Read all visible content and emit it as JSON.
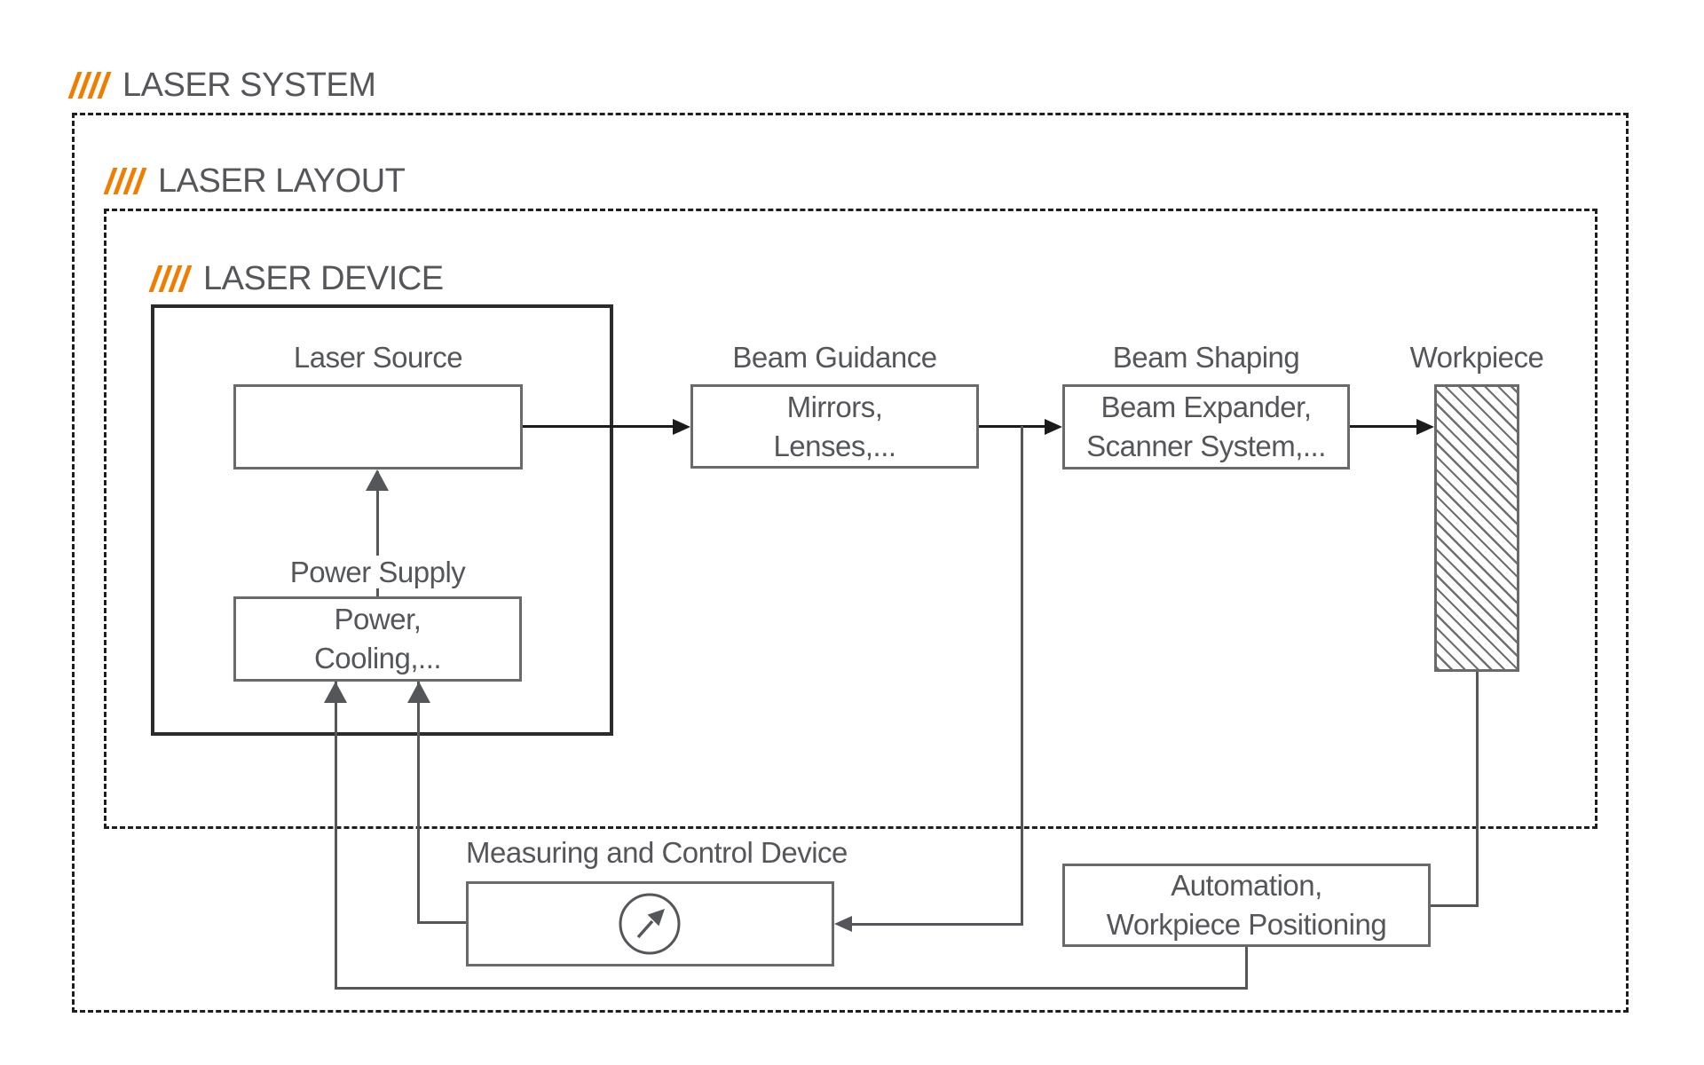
{
  "labels": {
    "system": "LASER SYSTEM",
    "layout": "LASER LAYOUT",
    "device": "LASER DEVICE"
  },
  "nodes": {
    "laser_source": {
      "title": "Laser Source"
    },
    "power_supply": {
      "title": "Power Supply",
      "line1": "Power,",
      "line2": "Cooling,..."
    },
    "beam_guidance": {
      "title": "Beam Guidance",
      "line1": "Mirrors,",
      "line2": "Lenses,..."
    },
    "beam_shaping": {
      "title": "Beam Shaping",
      "line1": "Beam Expander,",
      "line2": "Scanner System,..."
    },
    "workpiece": {
      "title": "Workpiece"
    },
    "measuring": {
      "title": "Measuring and Control Device"
    },
    "automation": {
      "line1": "Automation,",
      "line2": "Workpiece Positioning"
    }
  },
  "icons": {
    "gauge": "gauge-icon"
  },
  "colors": {
    "accent_orange": "#f07d00",
    "text_gray": "#54565a",
    "box_border_gray": "#696a6c",
    "beam_black": "#1b1b1b",
    "control_gray": "#55565a"
  }
}
